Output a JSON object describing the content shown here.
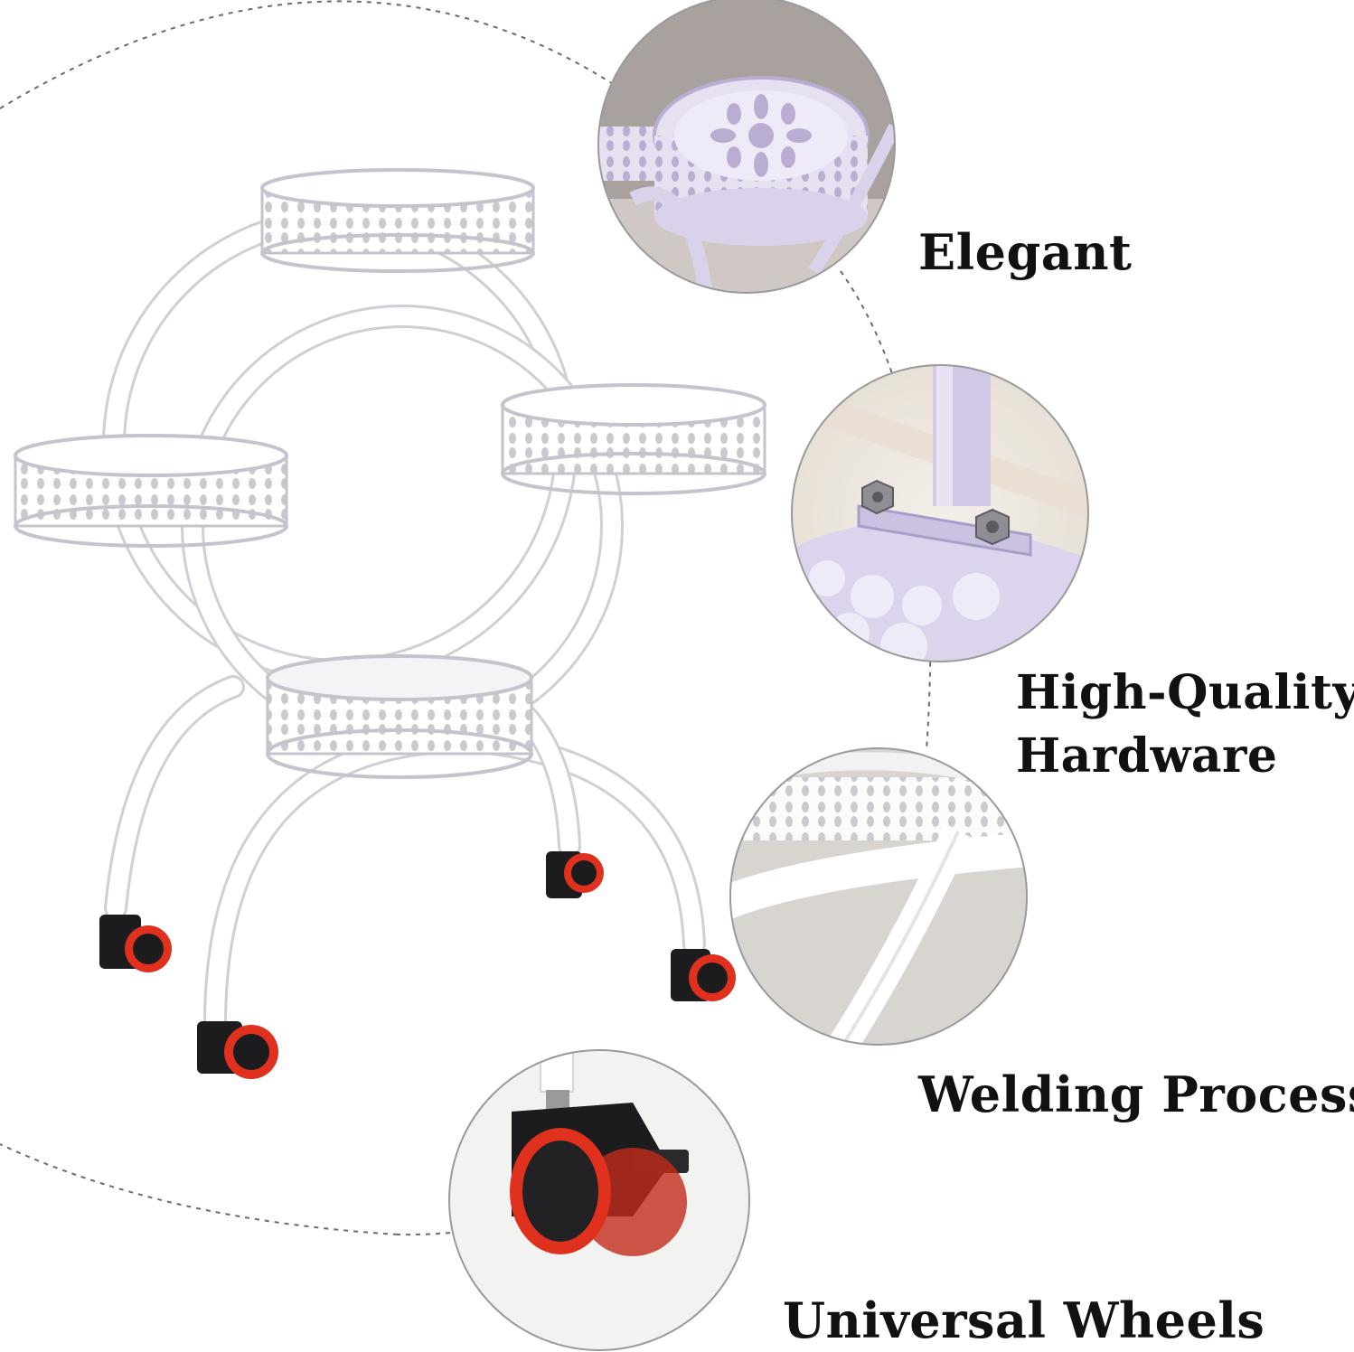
{
  "features": [
    {
      "label": "Elegant",
      "detail": "ornate-basket-closeup"
    },
    {
      "label": "High-Quality\nHardware",
      "detail": "bolt-plate-closeup"
    },
    {
      "label": "Welding Process",
      "detail": "welded-joint-closeup"
    },
    {
      "label": "Universal Wheels",
      "detail": "caster-wheel-closeup"
    }
  ],
  "colors": {
    "frame": "#ffffff",
    "frame_outline": "#d9d9de",
    "lavender": "#d9d2ea",
    "wheel_body": "#1c1c1e",
    "wheel_rim": "#e0301e",
    "dashed_line": "#6b6b6b"
  }
}
